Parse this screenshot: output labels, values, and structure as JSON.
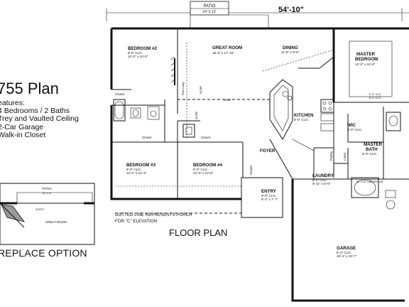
{
  "plan_title": "755 Plan",
  "features_heading": "eatures:",
  "features": [
    "4 Bedrooms / 2 Baths",
    "Trey and Vaulted Ceiling",
    "2-Car Garage",
    "Walk-in Closet"
  ],
  "fireplace_option": {
    "caption": "REPLACE OPTION",
    "patio_label": "PATIO",
    "patio_dim": "14' X 12'",
    "great_room_label": "GREAT ROOM",
    "soffit": "SOFFIT"
  },
  "overall_width": "54'-10\"",
  "patio": {
    "label": "PATIO",
    "dim": "14' X 12'"
  },
  "rooms": {
    "bedroom2": {
      "name": "BEDROOM #2",
      "ceiling": "8'-0\" CLG.",
      "dim": "12'-0\" x 10'-0\""
    },
    "great_room": {
      "name": "GREAT ROOM",
      "dim": "18'-0\" x 17'-10\""
    },
    "dining": {
      "name": "DINING",
      "dim": "11'-6\" x 9'-6\""
    },
    "master_bedroom": {
      "name": "MASTER BEDROOM",
      "dim": "12'-0\" x 15'-6\""
    },
    "kitchen": {
      "name": "KITCHEN",
      "ceiling": "8'-0\" CLG."
    },
    "wic": {
      "name": "WIC",
      "ceiling": "8'-0\" CLG."
    },
    "master_bath": {
      "name": "MASTER BATH",
      "ceiling": "8'-0\" CLG."
    },
    "bedroom3": {
      "name": "BEDROOM #3",
      "ceiling": "8'-0\" CLG.",
      "dim": "12'-0\" x 10'-3\""
    },
    "bedroom4": {
      "name": "BEDROOM #4",
      "ceiling": "8'-0\" CLG.",
      "dim": "12'-0\" x 10'-8\""
    },
    "foyer": {
      "name": "FOYER"
    },
    "entry": {
      "name": "ENTRY",
      "ceiling": "9'-0\" CLG.",
      "dim": "8'-2\" x 7'-7\""
    },
    "laundry": {
      "name": "LAUNDRY",
      "ceiling": "8'-0\" CLG.",
      "dim": "6'-11\" x 5'-8\""
    },
    "garage": {
      "name": "GARAGE",
      "ceiling": "8'-0\" CLG.",
      "dim": "19'-4\" x 19'-7\""
    },
    "closet1": {
      "name": "Closet"
    },
    "closet2": {
      "name": "Closet"
    },
    "closet3": {
      "name": "Closet"
    },
    "closet_vert": {
      "name": "Closet"
    },
    "linen": {
      "name": "Linen"
    },
    "pantry": {
      "name": "Pantry"
    },
    "garden_tub": {
      "name": "60\" X 42\" GARDEN TUB"
    }
  },
  "master_ceiling_note": [
    "9'-0\" CLG.",
    "8'-0\" CLG."
  ],
  "plant_ledge": "Plant Ledge",
  "slope_labels": [
    "SLOPE",
    "SLOPE"
  ],
  "ridge": "RIDGE",
  "porch_note": [
    "DOTTED LINE REPRESENTS PORCH",
    "FOR \"C\" ELEVATION"
  ],
  "floor_plan_label": "FLOOR PLAN"
}
